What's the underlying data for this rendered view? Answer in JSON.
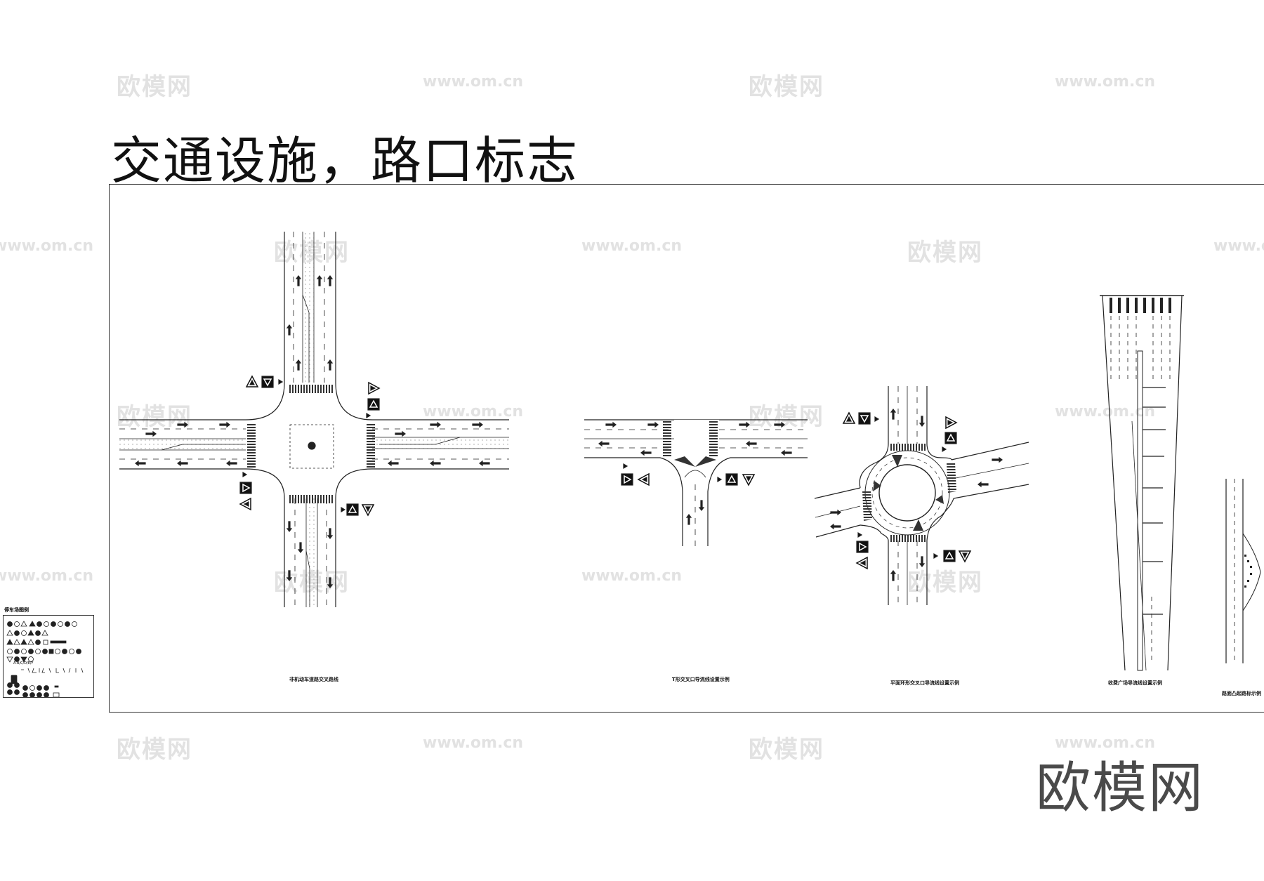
{
  "page": {
    "title": "交通设施，路口标志",
    "brand_logo": "欧模网"
  },
  "watermarks": {
    "cn": "欧模网",
    "url": "www.om.cn"
  },
  "captions": {
    "cross": "非机动车道路交叉路线",
    "tee": "T形交叉口导流线设置示例",
    "roundabout": "平面环形交叉口导流线设置示例",
    "toll": "收费广场导流线设置示例",
    "bulge": "路面凸起路标示例"
  },
  "legend": {
    "title": "停车场图例",
    "note": "A-B/C/D/E/F"
  },
  "colors": {
    "line": "#222222",
    "sign_fill": "#111111",
    "watermark": "#e2e2e2"
  }
}
